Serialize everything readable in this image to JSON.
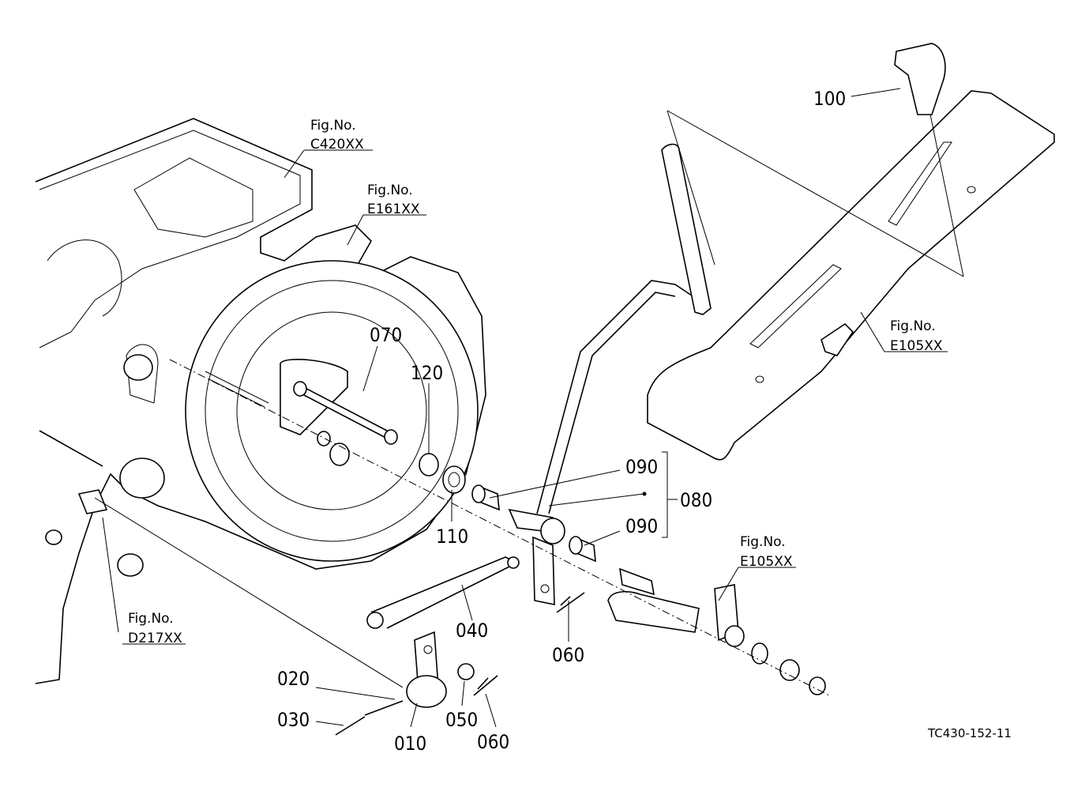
{
  "part_labels": {
    "p010": "010",
    "p020": "020",
    "p030": "030",
    "p040": "040",
    "p050": "050",
    "p060a": "060",
    "p060b": "060",
    "p070": "070",
    "p080": "080",
    "p090a": "090",
    "p090b": "090",
    "p100": "100",
    "p110": "110",
    "p120": "120"
  },
  "figure_refs": {
    "c420": {
      "prefix": "Fig.No.",
      "code": "C420XX"
    },
    "e161": {
      "prefix": "Fig.No.",
      "code": "E161XX"
    },
    "e105_top": {
      "prefix": "Fig.No.",
      "code": "E105XX"
    },
    "e105_bottom": {
      "prefix": "Fig.No.",
      "code": "E105XX"
    },
    "d217": {
      "prefix": "Fig.No.",
      "code": "D217XX"
    }
  },
  "drawing_code": "TC430-152-11"
}
